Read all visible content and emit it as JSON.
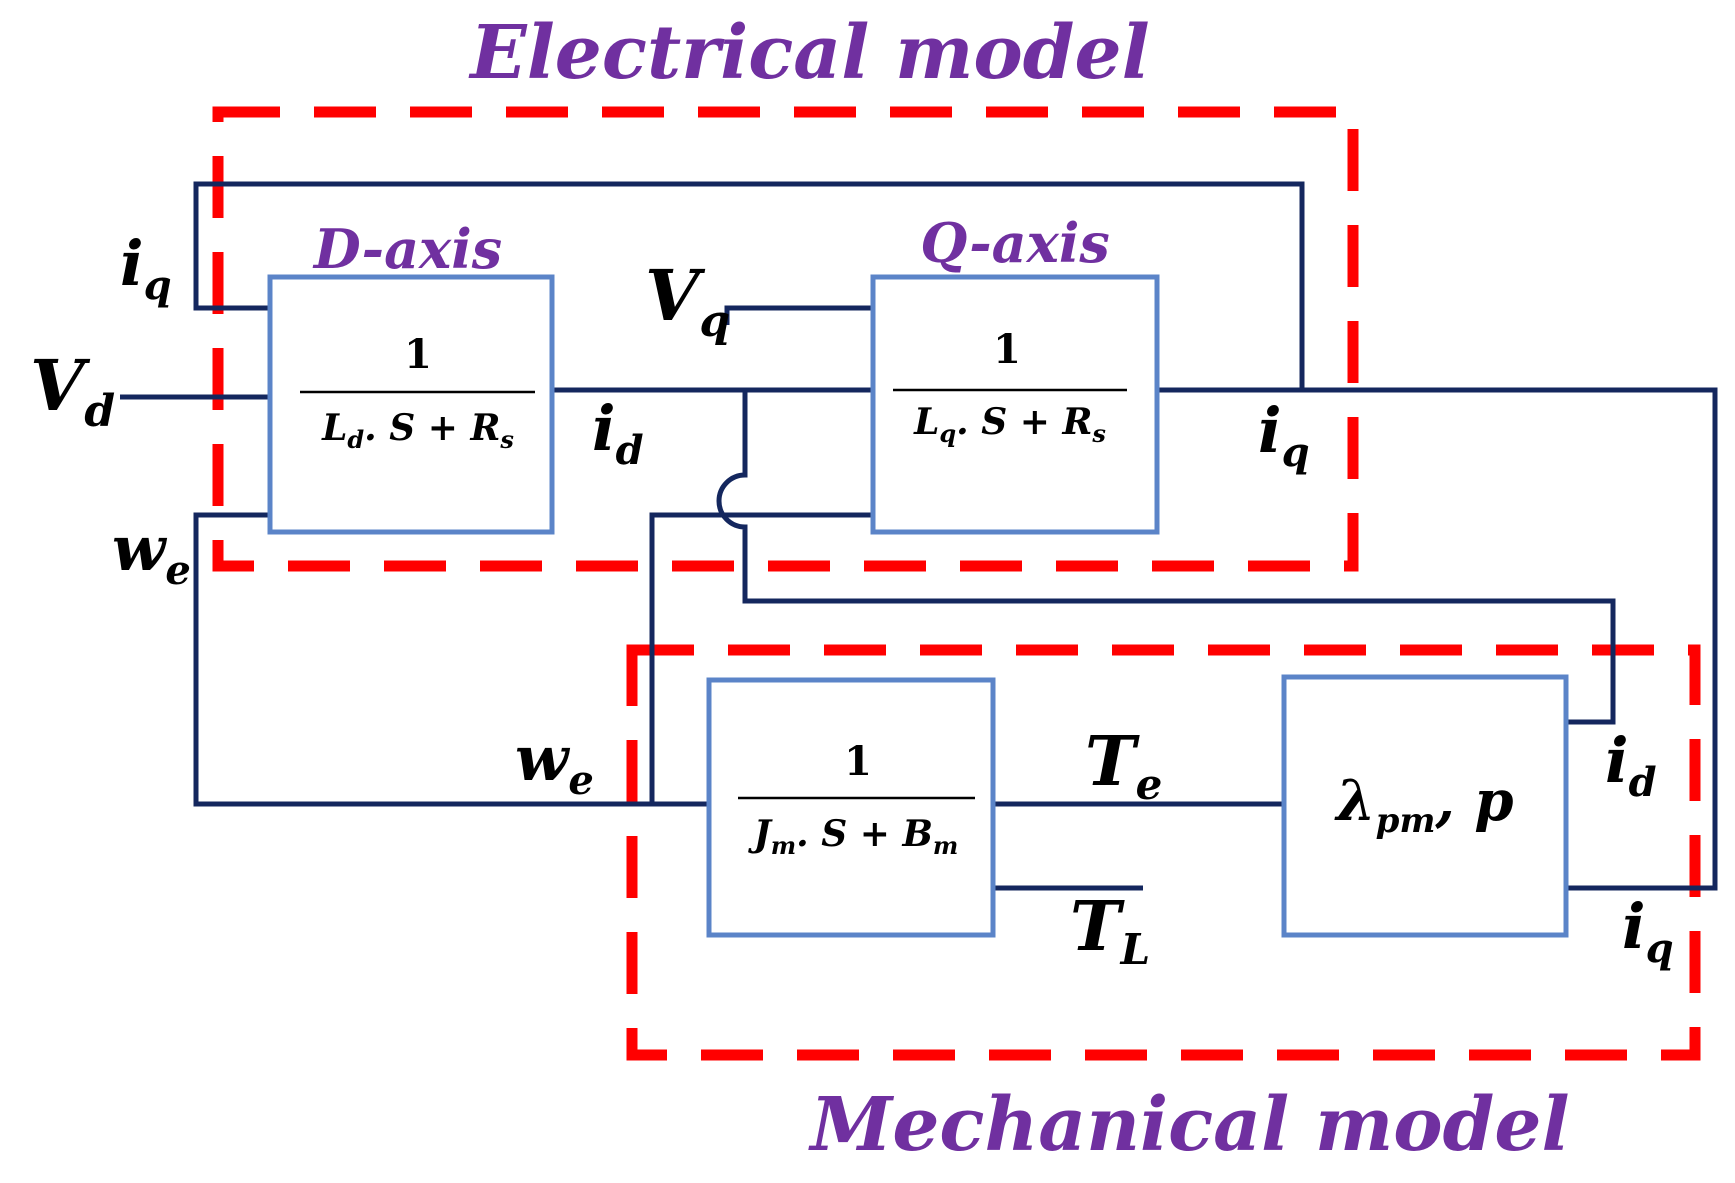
{
  "titles": {
    "electrical": "Electrical model",
    "mechanical": "Mechanical model"
  },
  "blocks": {
    "d_axis": {
      "label": "D-axis",
      "numerator": "1",
      "den_main": "L",
      "den_sub": "d",
      "den_rest": ". S + R",
      "den_sub2": "s"
    },
    "q_axis": {
      "label": "Q-axis",
      "numerator": "1",
      "den_main": "L",
      "den_sub": "q",
      "den_rest": ". S + R",
      "den_sub2": "s"
    },
    "mech": {
      "numerator": "1",
      "den_main": "J",
      "den_sub": "m",
      "den_rest": ". S + B",
      "den_sub2": "m"
    },
    "torque": {
      "main": "λ",
      "sub": "pm",
      "rest": ", p"
    }
  },
  "signals": {
    "iq_feedback": {
      "main": "i",
      "sub": "q"
    },
    "vd": {
      "main": "V",
      "sub": "d"
    },
    "vq": {
      "main": "V",
      "sub": "q"
    },
    "id_out": {
      "main": "i",
      "sub": "d"
    },
    "iq_out": {
      "main": "i",
      "sub": "q"
    },
    "we_left": {
      "main": "w",
      "sub": "e"
    },
    "we_bottom": {
      "main": "w",
      "sub": "e"
    },
    "te": {
      "main": "T",
      "sub": "e"
    },
    "tl": {
      "main": "T",
      "sub": "L"
    },
    "id_right": {
      "main": "i",
      "sub": "d"
    },
    "iq_right": {
      "main": "i",
      "sub": "q"
    }
  },
  "colors": {
    "wire": "#14275e",
    "block_border": "#5b84c8",
    "boundary": "#ff0000",
    "title": "#7030a0"
  }
}
